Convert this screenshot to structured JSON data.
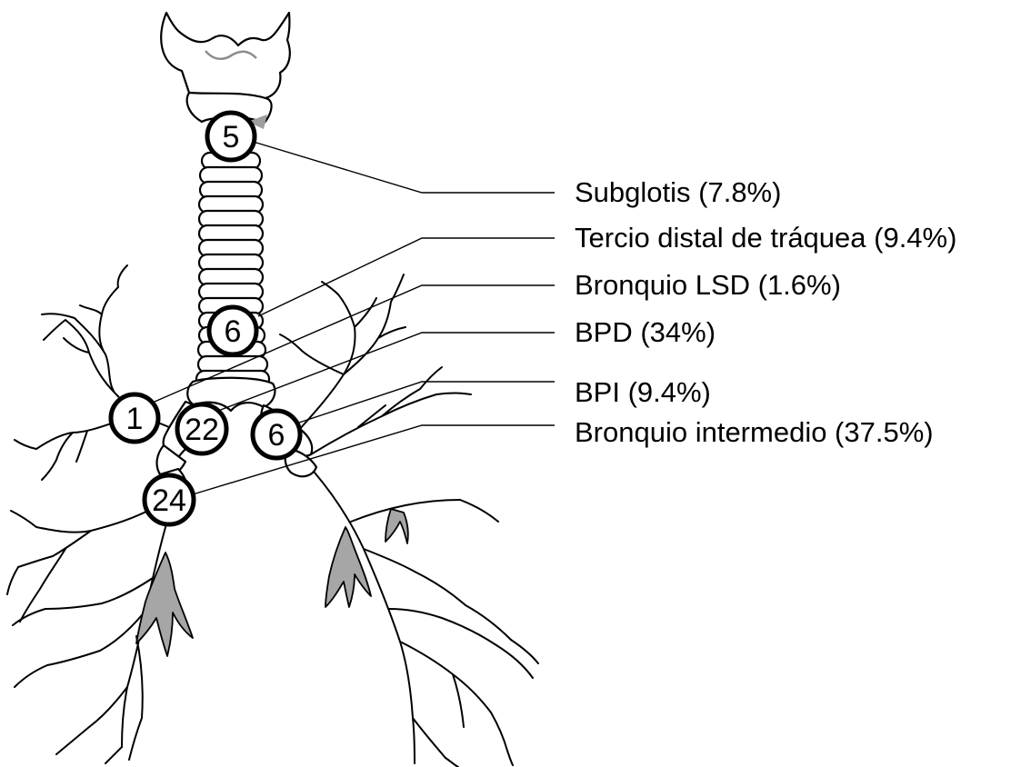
{
  "colors": {
    "outline": "#000000",
    "cartilage": "#ffffff",
    "shaded_branch": "#a6a6a6",
    "thyroid_accent": "#8c8c8c"
  },
  "markers": [
    {
      "id": "subglottis",
      "count": "5"
    },
    {
      "id": "distal-trachea",
      "count": "6"
    },
    {
      "id": "rul-bronchus",
      "count": "1"
    },
    {
      "id": "right-main-bronchus",
      "count": "22"
    },
    {
      "id": "left-main-bronchus",
      "count": "6"
    },
    {
      "id": "bronchus-intermedius",
      "count": "24"
    }
  ],
  "labels": [
    {
      "id": "subglottis",
      "text": "Subglotis (7.8%)"
    },
    {
      "id": "distal-trachea",
      "text": "Tercio distal de tráquea (9.4%)"
    },
    {
      "id": "rul-bronchus",
      "text": "Bronquio LSD (1.6%)"
    },
    {
      "id": "right-main-bronchus",
      "text": "BPD (34%)"
    },
    {
      "id": "left-main-bronchus",
      "text": "BPI (9.4%)"
    },
    {
      "id": "bronchus-intermedius",
      "text": "Bronquio intermedio (37.5%)"
    }
  ]
}
